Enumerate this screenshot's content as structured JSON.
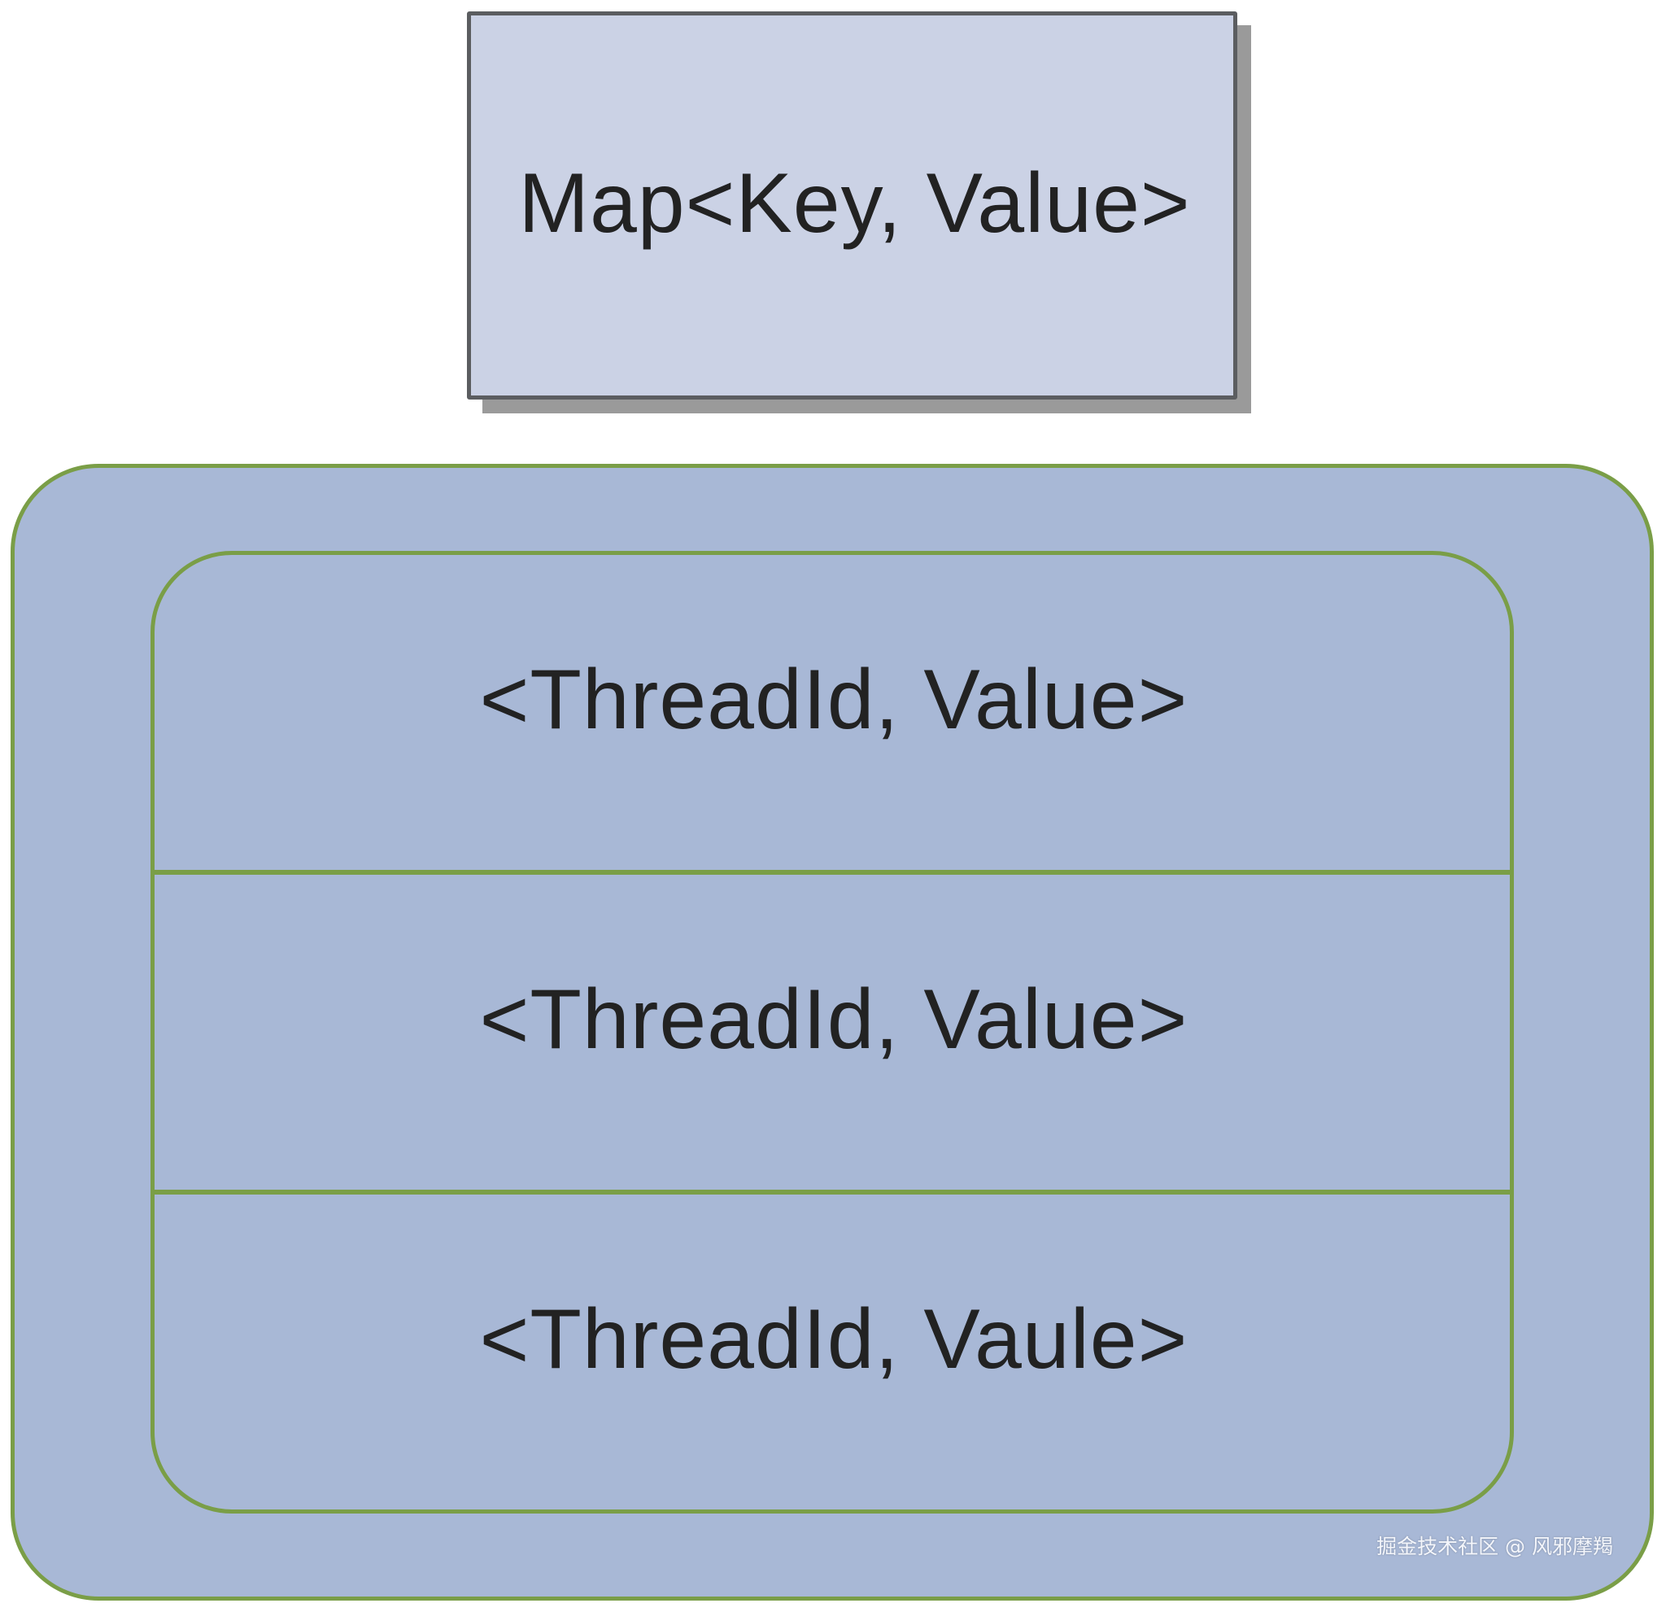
{
  "map_box": {
    "label": "Map<Key, Value>"
  },
  "thread_local_map": {
    "entries": [
      {
        "label": "<ThreadId, Value>"
      },
      {
        "label": "<ThreadId, Value>"
      },
      {
        "label": "<ThreadId, Vaule>"
      }
    ]
  },
  "watermark": {
    "text": "掘金技术社区 @ 风邪摩羯"
  },
  "colors": {
    "map_fill": "#cbd2e5",
    "map_border": "#5b5d60",
    "container_fill": "#a8b8d6",
    "container_border": "#7a9e47",
    "text": "#222222"
  }
}
